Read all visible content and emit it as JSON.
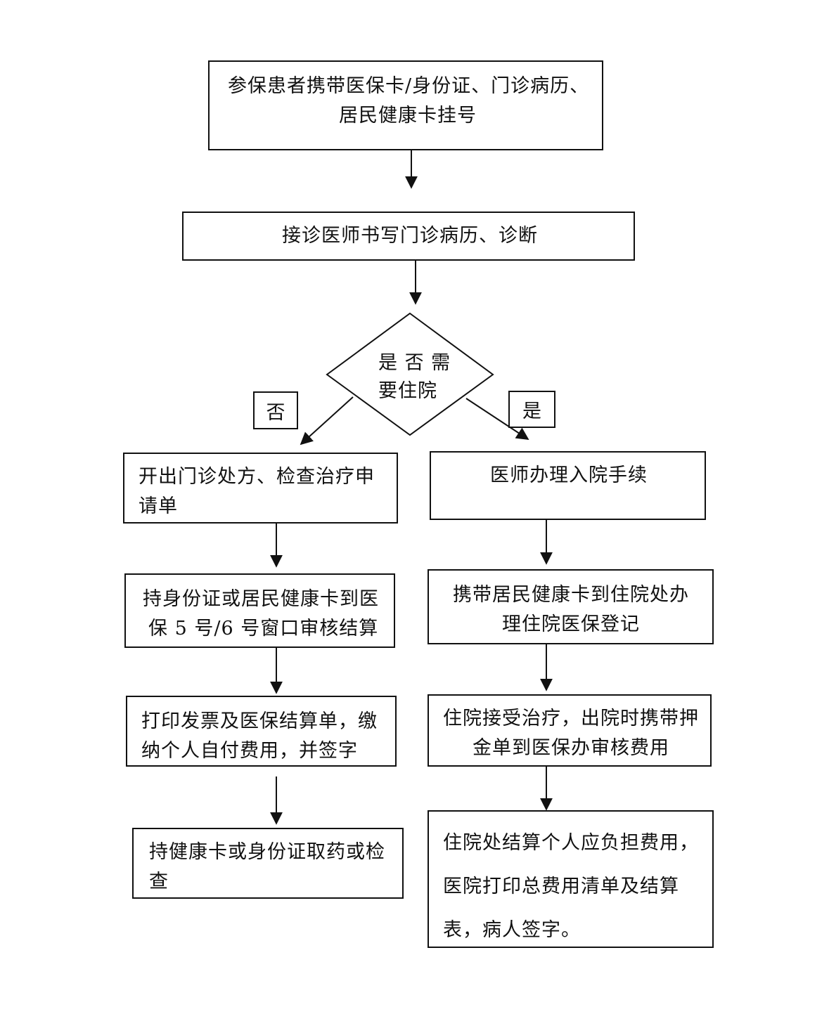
{
  "flow": {
    "step1": [
      "参保患者携带医保卡/身份证、门诊病历、",
      "居民健康卡挂号"
    ],
    "step2": [
      "接诊医师书写门诊病历、诊断"
    ],
    "decision": [
      "是 否 需",
      "要住院"
    ],
    "no_label": "否",
    "yes_label": "是",
    "left": {
      "l1": [
        "开出门诊处方、检查治疗申",
        "请单"
      ],
      "l2": [
        "持身份证或居民健康卡到医",
        "保 5 号/6 号窗口审核结算"
      ],
      "l3": [
        "打印发票及医保结算单，缴",
        "纳个人自付费用，并签字"
      ],
      "l4": [
        "持健康卡或身份证取药或检",
        "查"
      ]
    },
    "right": {
      "r1": [
        "医师办理入院手续"
      ],
      "r2": [
        "携带居民健康卡到住院处办",
        "理住院医保登记"
      ],
      "r3": [
        "住院接受治疗，出院时携带押",
        "金单到医保办审核费用"
      ],
      "r4": [
        "住院处结算个人应负担费用，",
        "医院打印总费用清单及结算",
        "表，病人签字。"
      ]
    }
  }
}
